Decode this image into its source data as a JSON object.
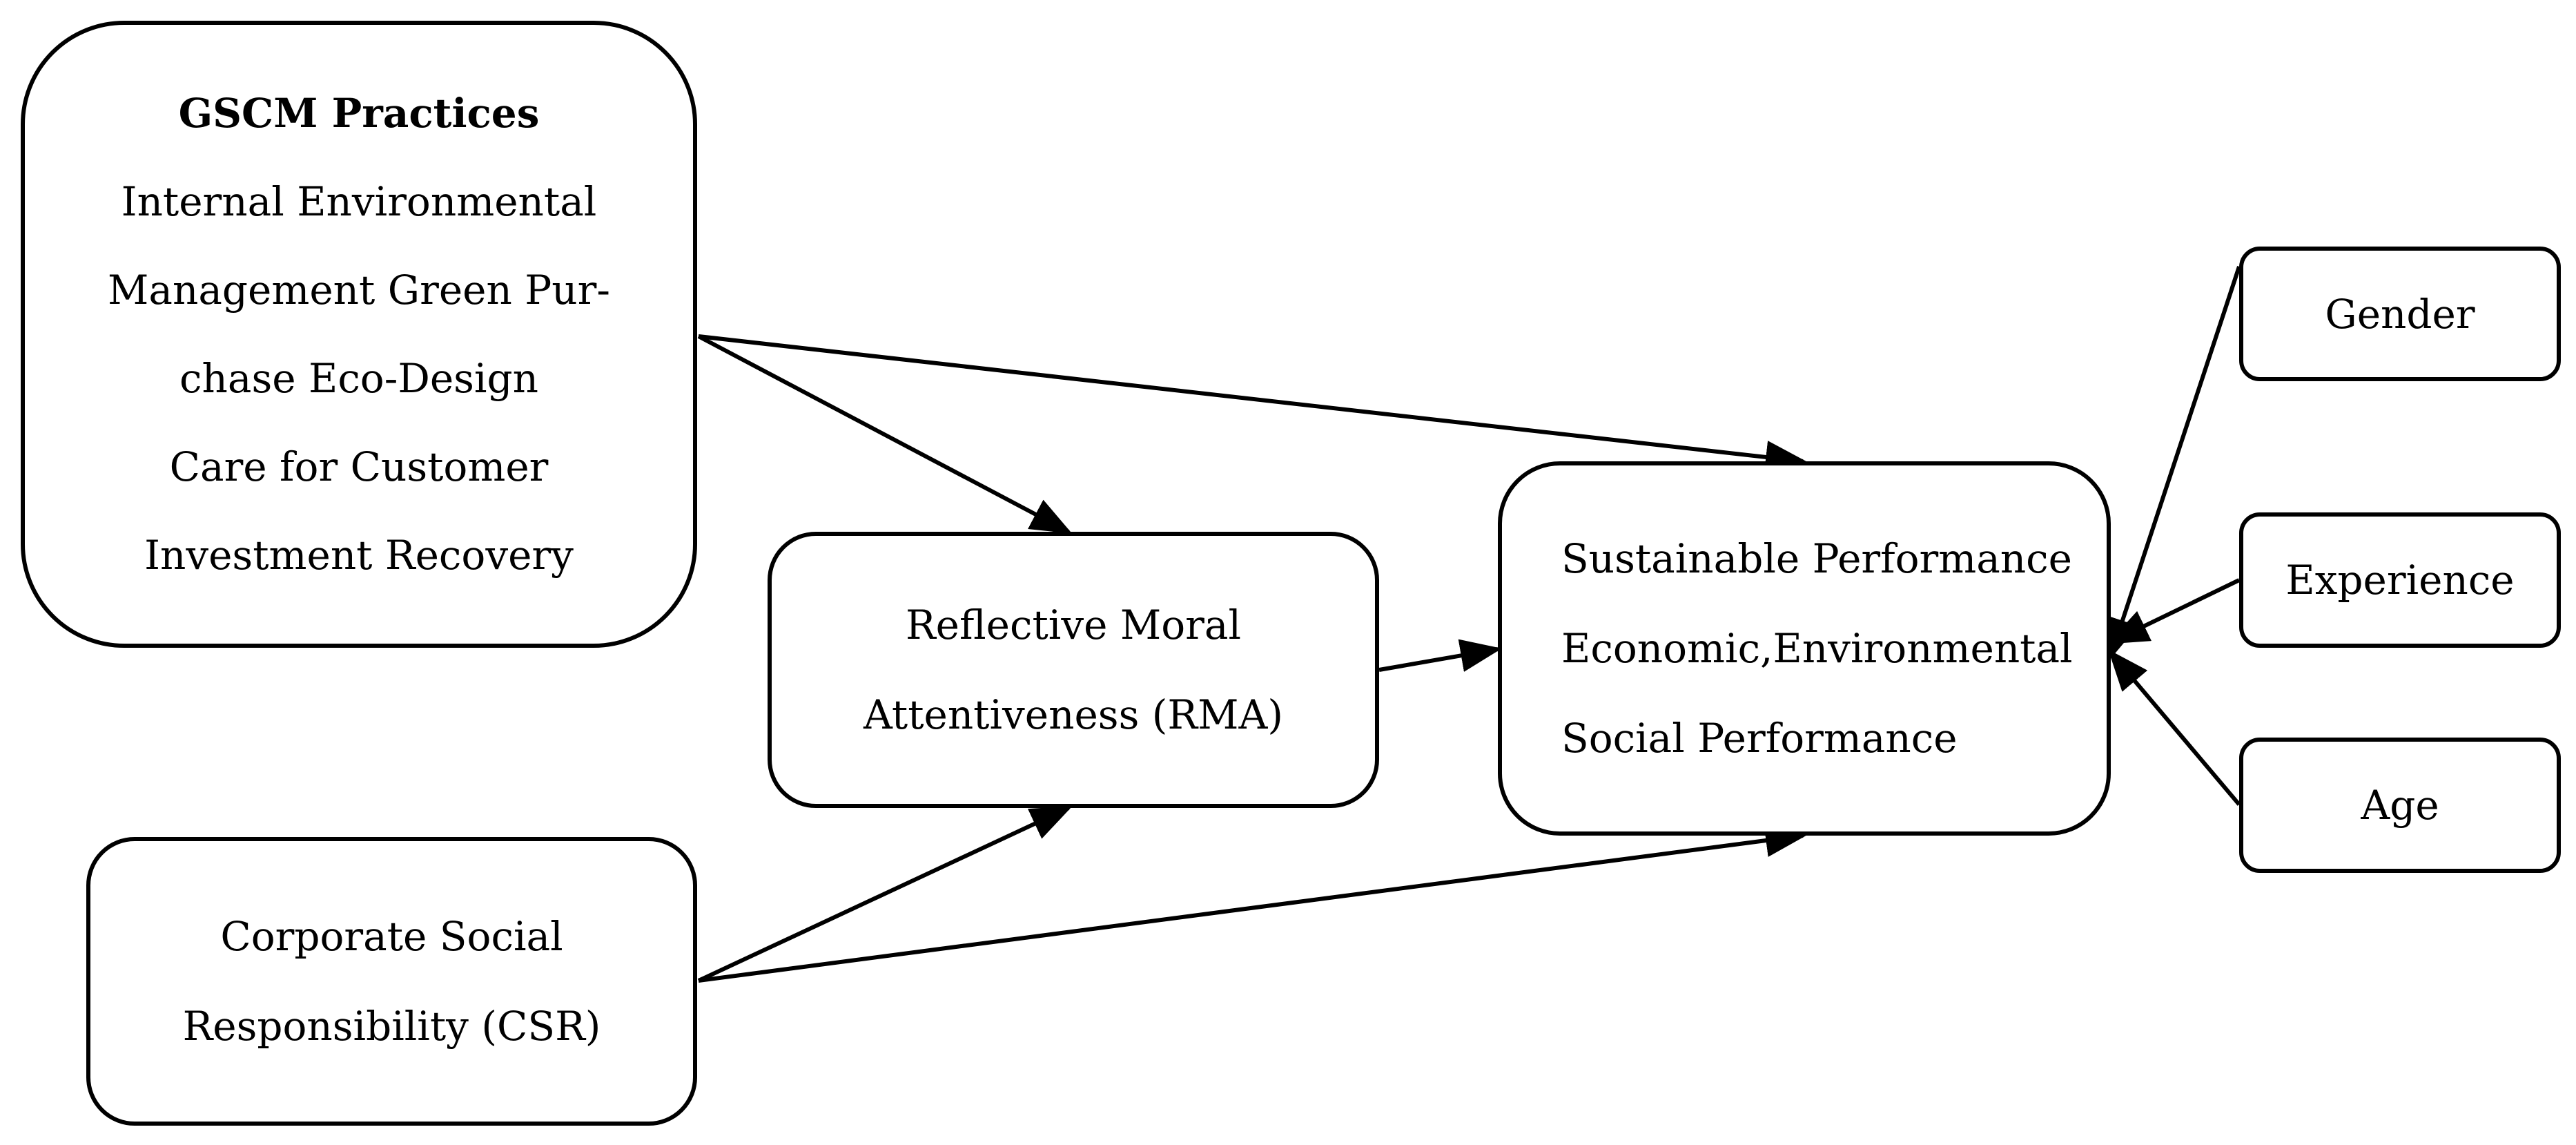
{
  "nodes": {
    "gscm": {
      "title": "GSCM Practices",
      "lines": [
        "Internal Environmental",
        "Management Green Pur-",
        "chase Eco-Design",
        "Care for Customer",
        "Investment Recovery"
      ]
    },
    "rma": {
      "lines": [
        "Reflective Moral",
        "Attentiveness (RMA)"
      ]
    },
    "csr": {
      "lines": [
        "Corporate Social",
        "Responsibility (CSR)"
      ]
    },
    "sustainable_performance": {
      "lines": [
        "Sustainable Performance",
        "Economic,Environmental",
        "Social Performance"
      ]
    },
    "gender": {
      "label": "Gender"
    },
    "experience": {
      "label": "Experience"
    },
    "age": {
      "label": "Age"
    }
  },
  "edges": [
    {
      "from": "gscm",
      "to": "sustainable_performance"
    },
    {
      "from": "gscm",
      "to": "rma"
    },
    {
      "from": "csr",
      "to": "rma"
    },
    {
      "from": "csr",
      "to": "sustainable_performance"
    },
    {
      "from": "rma",
      "to": "sustainable_performance"
    },
    {
      "from": "gender",
      "to": "sustainable_performance"
    },
    {
      "from": "experience",
      "to": "sustainable_performance"
    },
    {
      "from": "age",
      "to": "sustainable_performance"
    }
  ],
  "colors": {
    "stroke": "#000000",
    "background": "#ffffff"
  }
}
